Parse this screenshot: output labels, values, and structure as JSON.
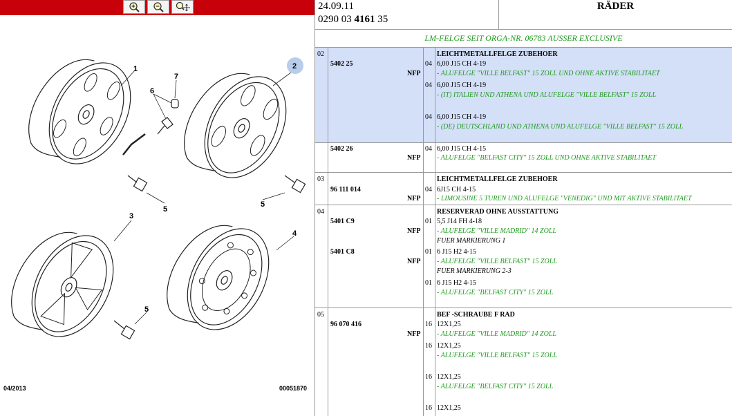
{
  "toolbar": {
    "zoom_in": "zoom-in",
    "zoom_out": "zoom-out",
    "zoom_fit": "zoom-fit"
  },
  "drawing": {
    "footer_left": "04/2013",
    "footer_right": "00051870",
    "callouts": [
      "1",
      "2",
      "3",
      "4",
      "5",
      "5",
      "5",
      "6",
      "7"
    ]
  },
  "header": {
    "date": "24.09.11",
    "code_prefix": "0290 03 ",
    "code_bold": "4161",
    "code_suffix": " 35",
    "title": "RÄDER"
  },
  "subtitle": "LM-FELGE SEIT ORGA-NR. 06783 AUSSER EXCLUSIVE",
  "rows": {
    "r1_pos": "02",
    "r1_title": "LEICHTMETALLFELGE ZUBEHOER",
    "r1_part": "5402 25",
    "r1_nfp": "NFP",
    "r1_q1": "04",
    "r1_s1": "6,00 J15 CH 4-19",
    "r1_d1": "- ALUFELGE \"VILLE BELFAST\" 15 ZOLL UND OHNE AKTIVE STABILITAET",
    "r1_q2": "04",
    "r1_s2": "6,00 J15 CH 4-19",
    "r1_d2": "- (IT) ITALIEN UND ATHENA UND ALUFELGE \"VILLE BELFAST\" 15 ZOLL",
    "r1_q3": "04",
    "r1_s3": "6,00 J15 CH 4-19",
    "r1_d3": "- (DE) DEUTSCHLAND UND ATHENA UND ALUFELGE \"VILLE BELFAST\" 15 ZOLL",
    "r2_part": "5402 26",
    "r2_nfp": "NFP",
    "r2_q": "04",
    "r2_s": "6,00 J15 CH 4-15",
    "r2_d": "- ALUFELGE \"BELFAST CITY\" 15 ZOLL UND OHNE AKTIVE STABILITAET",
    "r3_pos": "03",
    "r3_title": "LEICHTMETALLFELGE ZUBEHOER",
    "r3_part": "96 111 014",
    "r3_nfp": "NFP",
    "r3_q": "04",
    "r3_s": "6J15 CH 4-15",
    "r3_d": "- LIMOUSINE 5 TUREN UND ALUFELGE \"VENEDIG\" UND MIT AKTIVE STABILITAET",
    "r4_pos": "04",
    "r4_title": "RESERVERAD OHNE AUSSTATTUNG",
    "r4_part1": "5401 C9",
    "r4_nfp1": "NFP",
    "r4_q1": "01",
    "r4_s1": "5,5 J14 FH 4-18",
    "r4_d1": "- ALUFELGE \"VILLE MADRID\" 14 ZOLL",
    "r4_m1": "FUER MARKIERUNG 1",
    "r4_part2": "5401 C8",
    "r4_nfp2": "NFP",
    "r4_q2": "01",
    "r4_s2": "6 J15 H2 4-15",
    "r4_d2": "- ALUFELGE \"VILLE BELFAST\" 15 ZOLL",
    "r4_m2": "FUER MARKIERUNG 2-3",
    "r4_q3": "01",
    "r4_s3": "6 J15 H2 4-15",
    "r4_d3": "- ALUFELGE \"BELFAST CITY\" 15 ZOLL",
    "r5_pos": "05",
    "r5_title": "BEF -SCHRAUBE F RAD",
    "r5_part": "96 070 416",
    "r5_nfp": "NFP",
    "r5_q1": "16",
    "r5_s1": "12X1,25",
    "r5_d1": "- ALUFELGE \"VILLE MADRID\" 14 ZOLL",
    "r5_q2": "16",
    "r5_s2": "12X1,25",
    "r5_d2": "- ALUFELGE \"VILLE BELFAST\" 15 ZOLL",
    "r5_q3": "16",
    "r5_s3": "12X1,25",
    "r5_d3": "- ALUFELGE \"BELFAST CITY\" 15 ZOLL",
    "r5_q4": "16",
    "r5_s4": "12X1,25"
  }
}
